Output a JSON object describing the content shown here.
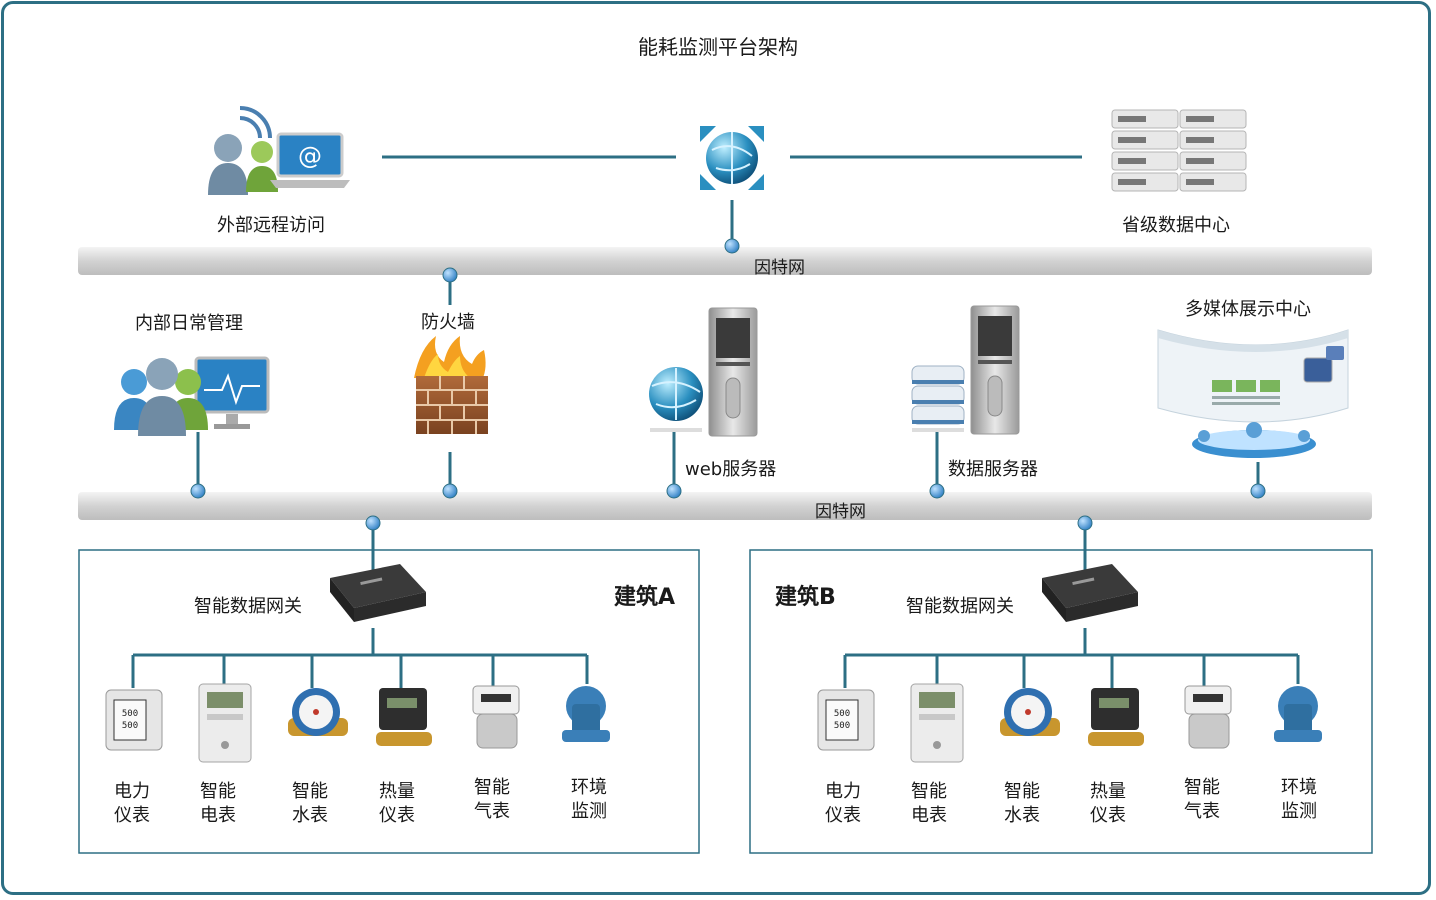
{
  "title": "能耗监测平台架构",
  "internet_label": "因特网",
  "top_nodes": {
    "remote_access": "外部远程访问",
    "provincial_dc": "省级数据中心"
  },
  "mid_nodes": {
    "internal_mgmt": "内部日常管理",
    "firewall": "防火墙",
    "web_server": "web服务器",
    "data_server": "数据服务器",
    "multimedia_center": "多媒体展示中心"
  },
  "gateway_label": "智能数据网关",
  "buildings": [
    {
      "name": "建筑A",
      "meters": [
        {
          "line1": "电力",
          "line2": "仪表"
        },
        {
          "line1": "智能",
          "line2": "电表"
        },
        {
          "line1": "智能",
          "line2": "水表"
        },
        {
          "line1": "热量",
          "line2": "仪表"
        },
        {
          "line1": "智能",
          "line2": "气表"
        },
        {
          "line1": "环境",
          "line2": "监测"
        }
      ]
    },
    {
      "name": "建筑B",
      "meters": [
        {
          "line1": "电力",
          "line2": "仪表"
        },
        {
          "line1": "智能",
          "line2": "电表"
        },
        {
          "line1": "智能",
          "line2": "水表"
        },
        {
          "line1": "热量",
          "line2": "仪表"
        },
        {
          "line1": "智能",
          "line2": "气表"
        },
        {
          "line1": "环境",
          "line2": "监测"
        }
      ]
    }
  ],
  "colors": {
    "line": "#2d6f84",
    "bus": "#d7d7d7",
    "node_dot": "#3f8fd0"
  }
}
